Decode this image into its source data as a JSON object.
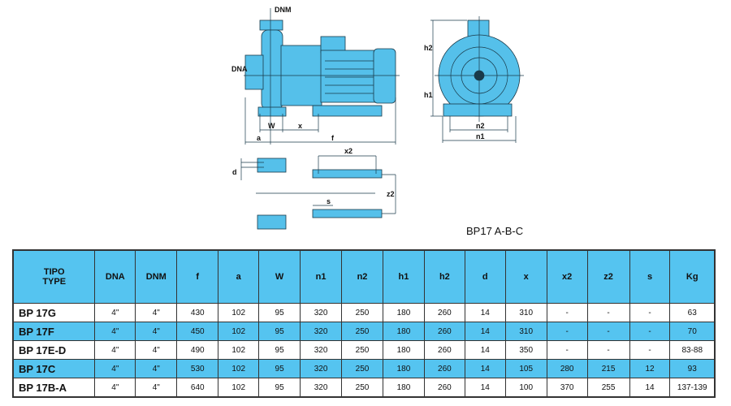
{
  "drawing": {
    "labels": {
      "dnm": "DNM",
      "dna": "DNA",
      "w": "W",
      "x": "x",
      "a": "a",
      "f": "f",
      "h1": "h1",
      "h2": "h2",
      "n1": "n1",
      "n2": "n2",
      "d": "d",
      "x2": "x2",
      "z2": "z2",
      "s": "s"
    },
    "fill_color": "#55c0ea"
  },
  "model_label": "BP17 A-B-C",
  "table": {
    "headers": [
      "TIPO\nTYPE",
      "DNA",
      "DNM",
      "f",
      "a",
      "W",
      "n1",
      "n2",
      "h1",
      "h2",
      "d",
      "x",
      "x2",
      "z2",
      "s",
      "Kg"
    ],
    "header_tipo": "TIPO",
    "header_type": "TYPE",
    "rows": [
      [
        "BP 17G",
        "4\"",
        "4\"",
        "430",
        "102",
        "95",
        "320",
        "250",
        "180",
        "260",
        "14",
        "310",
        "-",
        "-",
        "-",
        "63"
      ],
      [
        "BP 17F",
        "4\"",
        "4\"",
        "450",
        "102",
        "95",
        "320",
        "250",
        "180",
        "260",
        "14",
        "310",
        "-",
        "-",
        "-",
        "70"
      ],
      [
        "BP 17E-D",
        "4\"",
        "4\"",
        "490",
        "102",
        "95",
        "320",
        "250",
        "180",
        "260",
        "14",
        "350",
        "-",
        "-",
        "-",
        "83-88"
      ],
      [
        "BP 17C",
        "4\"",
        "4\"",
        "530",
        "102",
        "95",
        "320",
        "250",
        "180",
        "260",
        "14",
        "105",
        "280",
        "215",
        "12",
        "93"
      ],
      [
        "BP 17B-A",
        "4\"",
        "4\"",
        "640",
        "102",
        "95",
        "320",
        "250",
        "180",
        "260",
        "14",
        "100",
        "370",
        "255",
        "14",
        "137-139"
      ]
    ]
  }
}
